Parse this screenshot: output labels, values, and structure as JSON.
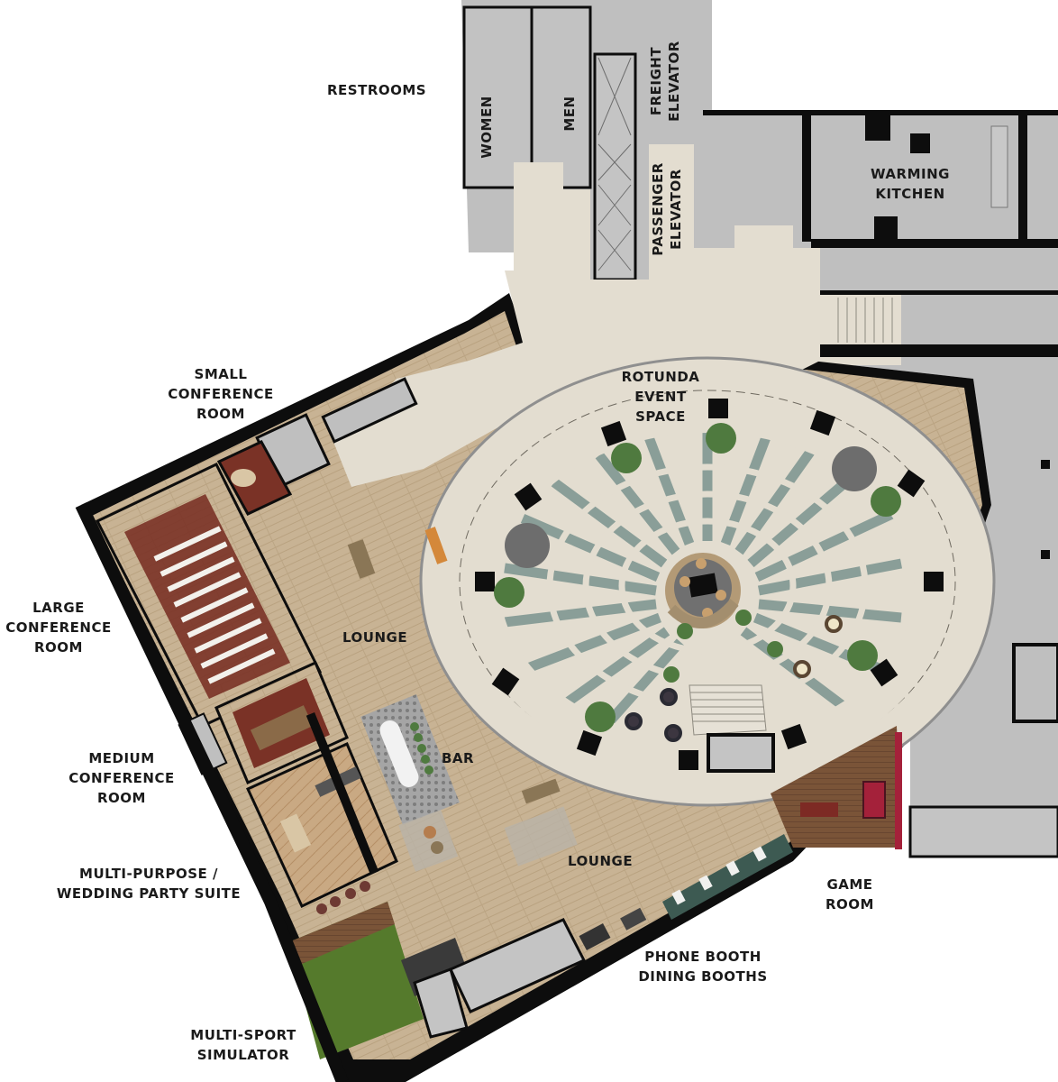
{
  "plan": {
    "colors": {
      "wall": "#0d0d0d",
      "service_gray": "#bfbfbf",
      "terrazzo": "#e3ddd0",
      "wood_light": "#c8b394",
      "wood_dark": "#7a5438",
      "herringbone": "#c9a983",
      "rug_red": "#7a3226",
      "paver_green": "#8a9e98",
      "turf": "#557a2c",
      "game_red": "#a4213a",
      "bar_tile": "#9a9a9a",
      "plant": "#4f7a3f",
      "label": "#1a1a1a"
    },
    "labels": {
      "restrooms": "RESTROOMS",
      "women": "WOMEN",
      "men": "MEN",
      "freight_elevator": [
        "FREIGHT",
        "ELEVATOR"
      ],
      "passenger_elevator": [
        "PASSENGER",
        "ELEVATOR"
      ],
      "warming_kitchen": [
        "WARMING",
        "KITCHEN"
      ],
      "small_conference_room": [
        "SMALL",
        "CONFERENCE",
        "ROOM"
      ],
      "rotunda_event_space": [
        "ROTUNDA",
        "EVENT",
        "SPACE"
      ],
      "large_conference_room": [
        "LARGE",
        "CONFERENCE",
        "ROOM"
      ],
      "lounge_upper": "LOUNGE",
      "bar": "BAR",
      "medium_conference_room": [
        "MEDIUM",
        "CONFERENCE",
        "ROOM"
      ],
      "multi_purpose_suite": [
        "MULTI-PURPOSE /",
        "WEDDING PARTY SUITE"
      ],
      "lounge_lower": "LOUNGE",
      "game_room": [
        "GAME",
        "ROOM"
      ],
      "phone_dining_booths": [
        "PHONE BOOTH",
        "DINING BOOTHS"
      ],
      "multi_sport_simulator": [
        "MULTI-SPORT",
        "SIMULATOR"
      ]
    }
  }
}
